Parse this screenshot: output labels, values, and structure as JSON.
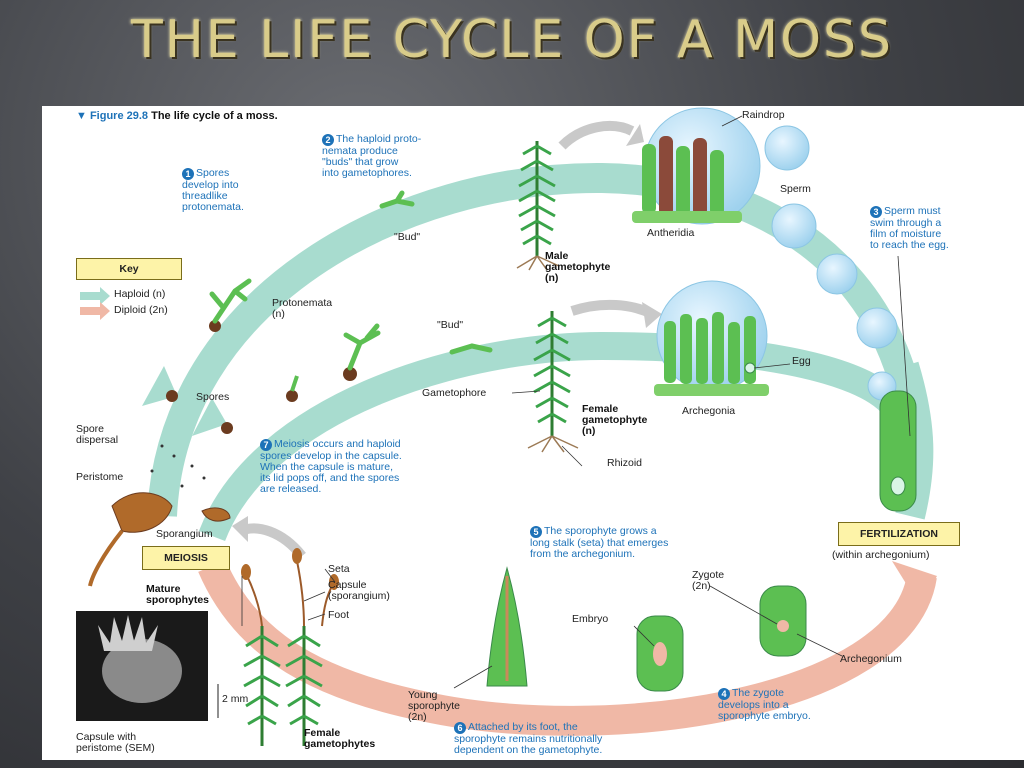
{
  "slide": {
    "title": "THE LIFE CYCLE OF A MOSS"
  },
  "figure": {
    "number": "▼ Figure 29.8",
    "caption": "The life cycle of a moss.",
    "key": {
      "title": "Key",
      "haploid": "Haploid (n)",
      "diploid": "Diploid (2n)"
    },
    "colors": {
      "haploid": "#a8dccf",
      "diploid": "#f0b8a6",
      "step_blue": "#1d72b8",
      "key_box": "#fdf3a8"
    },
    "steps": [
      {
        "n": "1",
        "text": "Spores\ndevelop into\nthreadlike\nprotonemata."
      },
      {
        "n": "2",
        "text": "The haploid proto-\nnemata produce\n\"buds\" that grow\ninto gametophores."
      },
      {
        "n": "3",
        "text": "Sperm must\nswim through a\nfilm of moisture\nto reach the egg."
      },
      {
        "n": "4",
        "text": "The zygote\ndevelops into a\nsporophyte embryo."
      },
      {
        "n": "5",
        "text": "The sporophyte grows a\nlong stalk (seta) that emerges\nfrom the archegonium."
      },
      {
        "n": "6",
        "text": "Attached by its foot, the\nsporophyte remains nutritionally\ndependent on the gametophyte."
      },
      {
        "n": "7",
        "text": "Meiosis occurs and haploid\nspores develop in the capsule.\nWhen the capsule is mature,\nits lid pops off, and the spores\nare released."
      }
    ],
    "labels": {
      "raindrop": "Raindrop",
      "sperm": "Sperm",
      "antheridia": "Antheridia",
      "male_gametophyte": "Male\ngametophyte\n(n)",
      "bud_top": "\"Bud\"",
      "bud_mid": "\"Bud\"",
      "protonemata": "Protonemata\n(n)",
      "spores": "Spores",
      "spore_dispersal": "Spore\ndispersal",
      "peristome": "Peristome",
      "sporangium": "Sporangium",
      "meiosis": "MEIOSIS",
      "gametophore": "Gametophore",
      "female_gametophyte": "Female\ngametophyte\n(n)",
      "rhizoid": "Rhizoid",
      "egg": "Egg",
      "archegonia": "Archegonia",
      "fertilization": "FERTILIZATION",
      "within_archegonium": "(within archegonium)",
      "zygote": "Zygote\n(2n)",
      "embryo": "Embryo",
      "archegonium": "Archegonium",
      "young_sporophyte": "Young\nsporophyte\n(2n)",
      "seta": "Seta",
      "capsule": "Capsule\n(sporangium)",
      "foot": "Foot",
      "mature_sporophytes": "Mature\nsporophytes",
      "female_gametophytes": "Female\ngametophytes",
      "scale": "2 mm",
      "sem_caption": "Capsule with\nperistome (SEM)"
    }
  }
}
